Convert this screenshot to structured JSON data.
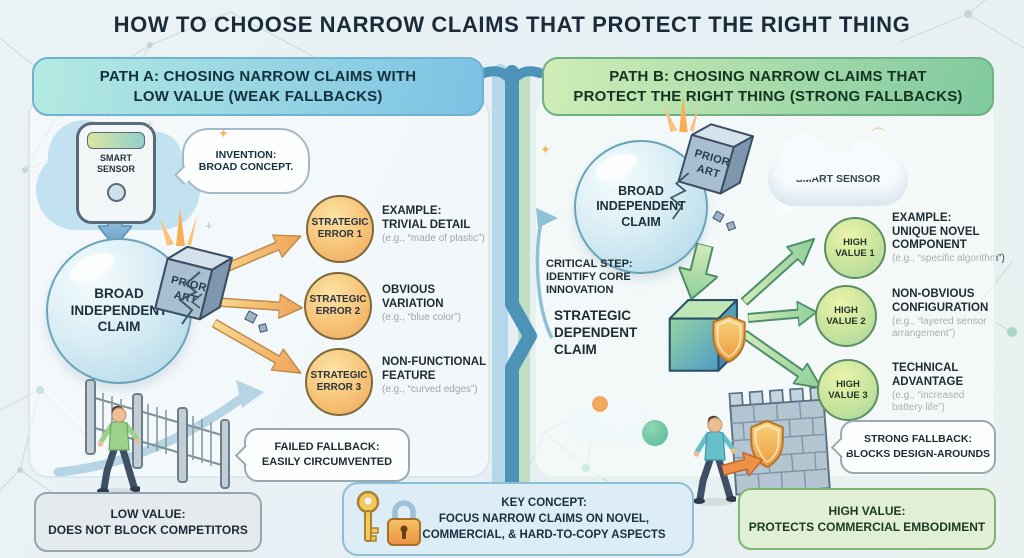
{
  "title": "HOW TO CHOOSE NARROW CLAIMS THAT PROTECT THE RIGHT THING",
  "colors": {
    "path_a_accent": "#7cc2e4",
    "path_b_accent": "#7fc99e",
    "error_circle": "#f6c377",
    "value_circle": "#c8e49c",
    "divider": "#4d92b7",
    "shield": "#ec9b3b"
  },
  "path_a": {
    "header": "PATH A: CHOSING NARROW CLAIMS WITH\nLOW VALUE (WEAK FALLBACKS)",
    "device_label": "SMART\nSENSOR",
    "invention_bubble": "INVENTION:\nBROAD CONCEPT.",
    "claim_bubble": "BROAD\nINDEPENDENT\nCLAIM",
    "prior_art": "PRIOR\nART",
    "errors": [
      {
        "badge": "STRATEGIC\nERROR 1",
        "heading": "EXAMPLE:\nTRIVIAL DETAIL",
        "example": "(e.g., “made of plastic”)"
      },
      {
        "badge": "STRATEGIC\nERROR 2",
        "heading": "OBVIOUS\nVARIATION",
        "example": "(e.g., “blue color”)"
      },
      {
        "badge": "STRATEGIC\nERROR 3",
        "heading": "NON-FUNCTIONAL\nFEATURE",
        "example": "(e.g., “curved edges”)"
      }
    ],
    "failed_fallback": "FAILED FALLBACK:\nEASILY CIRCUMVENTED",
    "outcome": "LOW VALUE:\nDOES NOT BLOCK COMPETITORS"
  },
  "path_b": {
    "header": "PATH B: CHOSING NARROW CLAIMS THAT\nPROTECT THE RIGHT THING (STRONG FALLBACKS)",
    "claim_bubble": "BROAD\nINDEPENDENT\nCLAIM",
    "prior_art": "PRIOR\nART",
    "sensor_cloud": "SMART SENSOR",
    "critical_step": "CRITICAL STEP:\nIDENTIFY CORE\nINNOVATION",
    "dependent_claim": "STRATEGIC\nDEPENDENT\nCLAIM",
    "values": [
      {
        "badge": "HIGH\nVALUE 1",
        "heading": "EXAMPLE:\nUNIQUE NOVEL\nCOMPONENT",
        "example": "(e.g., “specific algorithm”)"
      },
      {
        "badge": "HIGH\nVALUE 2",
        "heading": "NON-OBVIOUS\nCONFIGURATION",
        "example": "(e.g., “layered sensor\narrangement”)"
      },
      {
        "badge": "HIGH\nVALUE 3",
        "heading": "TECHNICAL\nADVANTAGE",
        "example": "(e.g., “increased\nbattery life”)"
      }
    ],
    "strong_fallback": "STRONG FALLBACK:\nBLOCKS DESIGN-AROUNDS",
    "outcome": "HIGH VALUE:\nPROTECTS COMMERCIAL EMBODIMENT"
  },
  "key_concept": "KEY CONCEPT:\nFOCUS NARROW CLAIMS ON NOVEL,\nCOMMERCIAL, & HARD-TO-COPY ASPECTS"
}
